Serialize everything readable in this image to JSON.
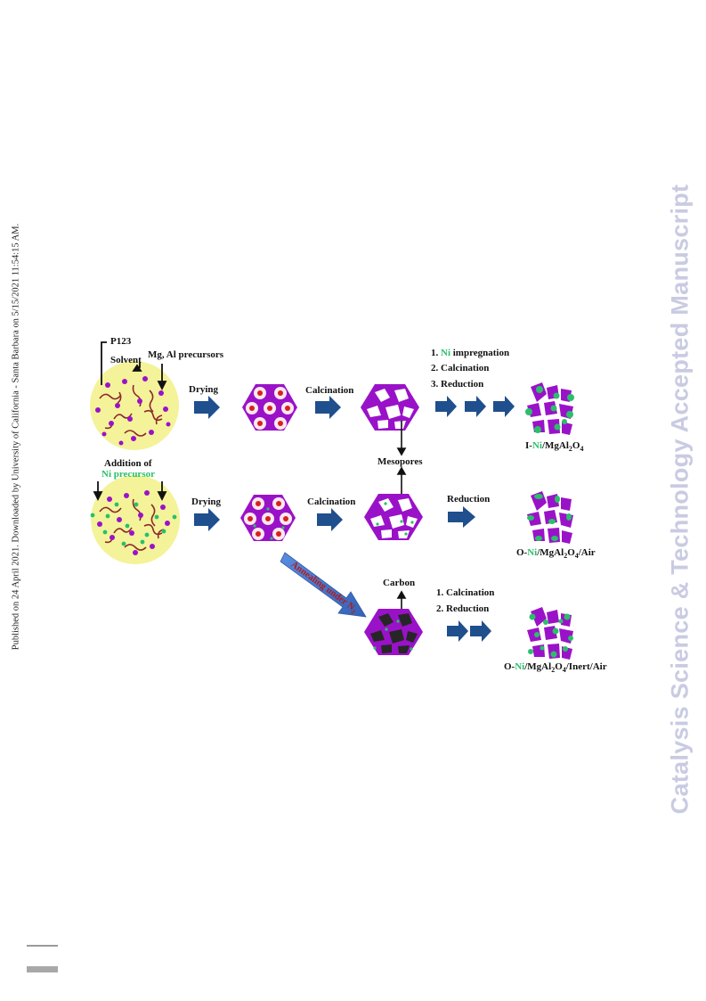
{
  "side_note": "Published on 24 April 2021. Downloaded by University of California - Santa Barbara on 5/15/2021 11:54:15 AM.",
  "watermark": "Catalysis Science & Technology Accepted Manuscript",
  "diagram": {
    "row1": {
      "label_p123": "P123",
      "label_solvent": "Solvent",
      "label_precursors": "Mg, Al precursors",
      "step_drying": "Drying",
      "step_calcination": "Calcination",
      "post_steps": {
        "s1_prefix": "1. ",
        "s1_ni": "Ni",
        "s1_suffix": " impregnation",
        "s2": "2. Calcination",
        "s3": "3. Reduction"
      },
      "product": {
        "prefix": "I-",
        "ni": "Ni",
        "suffix": "/MgAl",
        "sub1": "2",
        "mid": "O",
        "sub2": "4",
        "tail": ""
      }
    },
    "mesopores_label": "Mesopores",
    "row2": {
      "addition_of": "Addition of",
      "ni_precursor": "Ni precursor",
      "step_drying": "Drying",
      "step_calcination": "Calcination",
      "step_reduction": "Reduction",
      "product": {
        "prefix": "O-",
        "ni": "Ni",
        "suffix": "/MgAl",
        "sub1": "2",
        "mid": "O",
        "sub2": "4",
        "tail": "/Air"
      }
    },
    "annealing": {
      "text": "Annealing under N",
      "sub": "2"
    },
    "row3": {
      "carbon_label": "Carbon",
      "s1": "1. Calcination",
      "s2": "2. Reduction",
      "product": {
        "prefix": "O-",
        "ni": "Ni",
        "suffix": "/MgAl",
        "sub1": "2",
        "mid": "O",
        "sub2": "4",
        "tail": "/Inert/Air"
      }
    },
    "colors": {
      "purple": "#9a12c8",
      "yellow": "#f4f39a",
      "arrow": "#1f4f8c",
      "ni_green": "#2bbf6a",
      "annealing_red": "#b41a1a",
      "big_arrow": "#4a78c8",
      "carbon": "#262626"
    }
  }
}
